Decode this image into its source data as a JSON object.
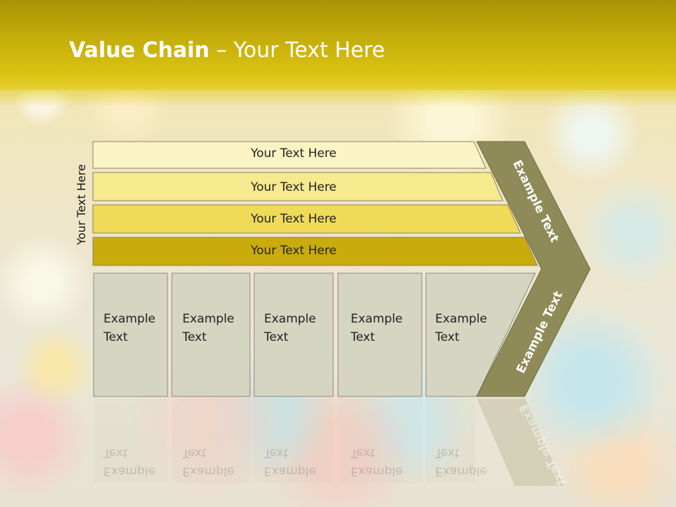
{
  "slide": {
    "title_bold": "Value Chain",
    "title_rest": " – Your Text Here",
    "side_label": "Your Text Here"
  },
  "bars": [
    {
      "label": "Your Text Here",
      "color": "#faf3c4"
    },
    {
      "label": "Your Text Here",
      "color": "#f6e98e"
    },
    {
      "label": "Your Text Here",
      "color": "#f0db58"
    },
    {
      "label": "Your Text Here",
      "color": "#c9ac0c"
    }
  ],
  "cells": [
    {
      "line1": "Example",
      "line2": "Text"
    },
    {
      "line1": "Example",
      "line2": "Text"
    },
    {
      "line1": "Example",
      "line2": "Text"
    },
    {
      "line1": "Example",
      "line2": "Text"
    },
    {
      "line1": "Example",
      "line2": "Text"
    }
  ],
  "chevron": {
    "upper_label": "Example Text",
    "lower_label": "Example Text",
    "color": "#8e8b58"
  },
  "colors": {
    "cell_fill": "#d6d5c2",
    "cell_stroke": "#8a8a7a"
  }
}
